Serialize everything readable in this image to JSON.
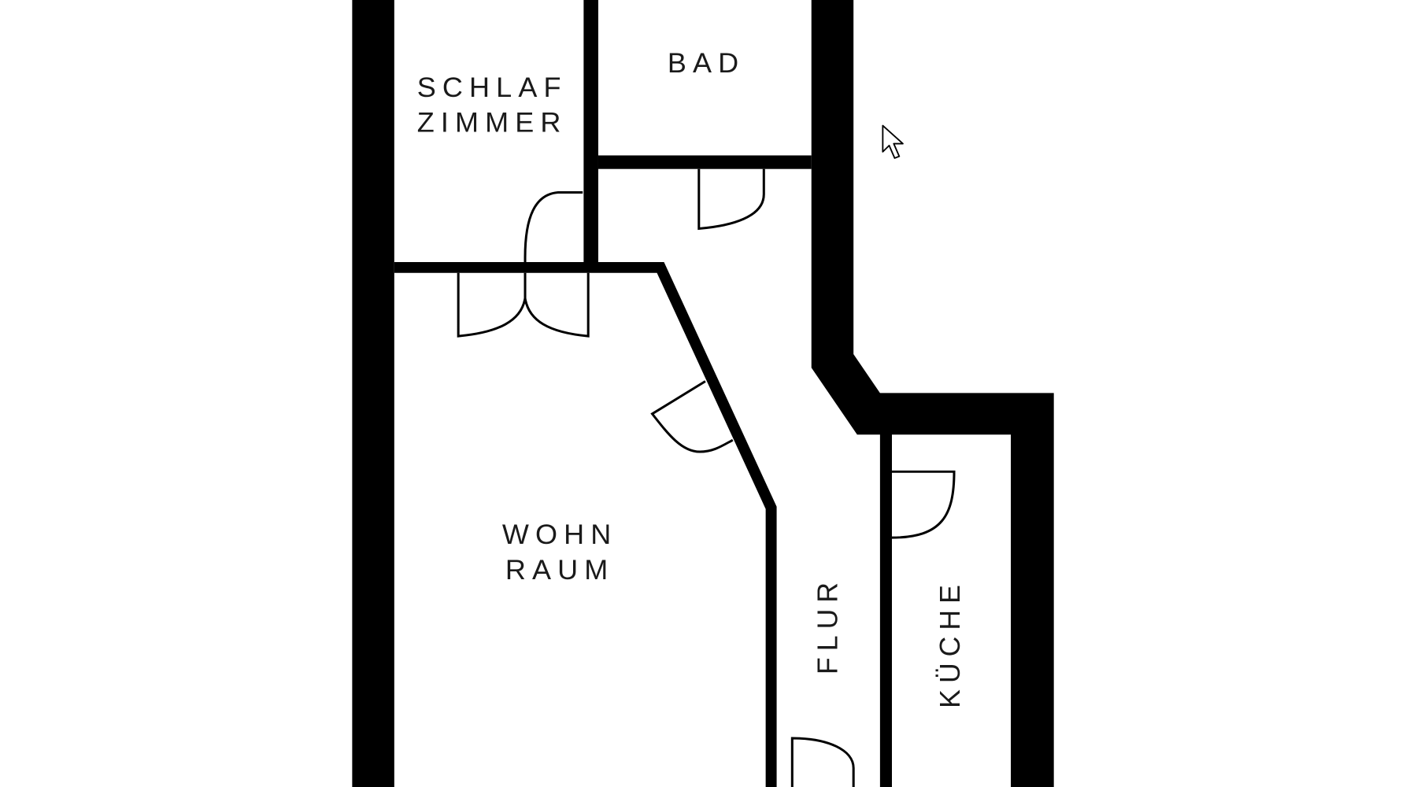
{
  "floor_plan": {
    "rooms": {
      "schlafzimmer": [
        "SCHLAF",
        "ZIMMER"
      ],
      "bad": "BAD",
      "wohnraum": [
        "WOHN",
        "RAUM"
      ],
      "flur": "FLUR",
      "kueche": "KÜCHE"
    },
    "colors": {
      "wall": "#000000",
      "background": "#ffffff"
    }
  },
  "cursor": {
    "icon": "arrow-pointer-icon"
  }
}
